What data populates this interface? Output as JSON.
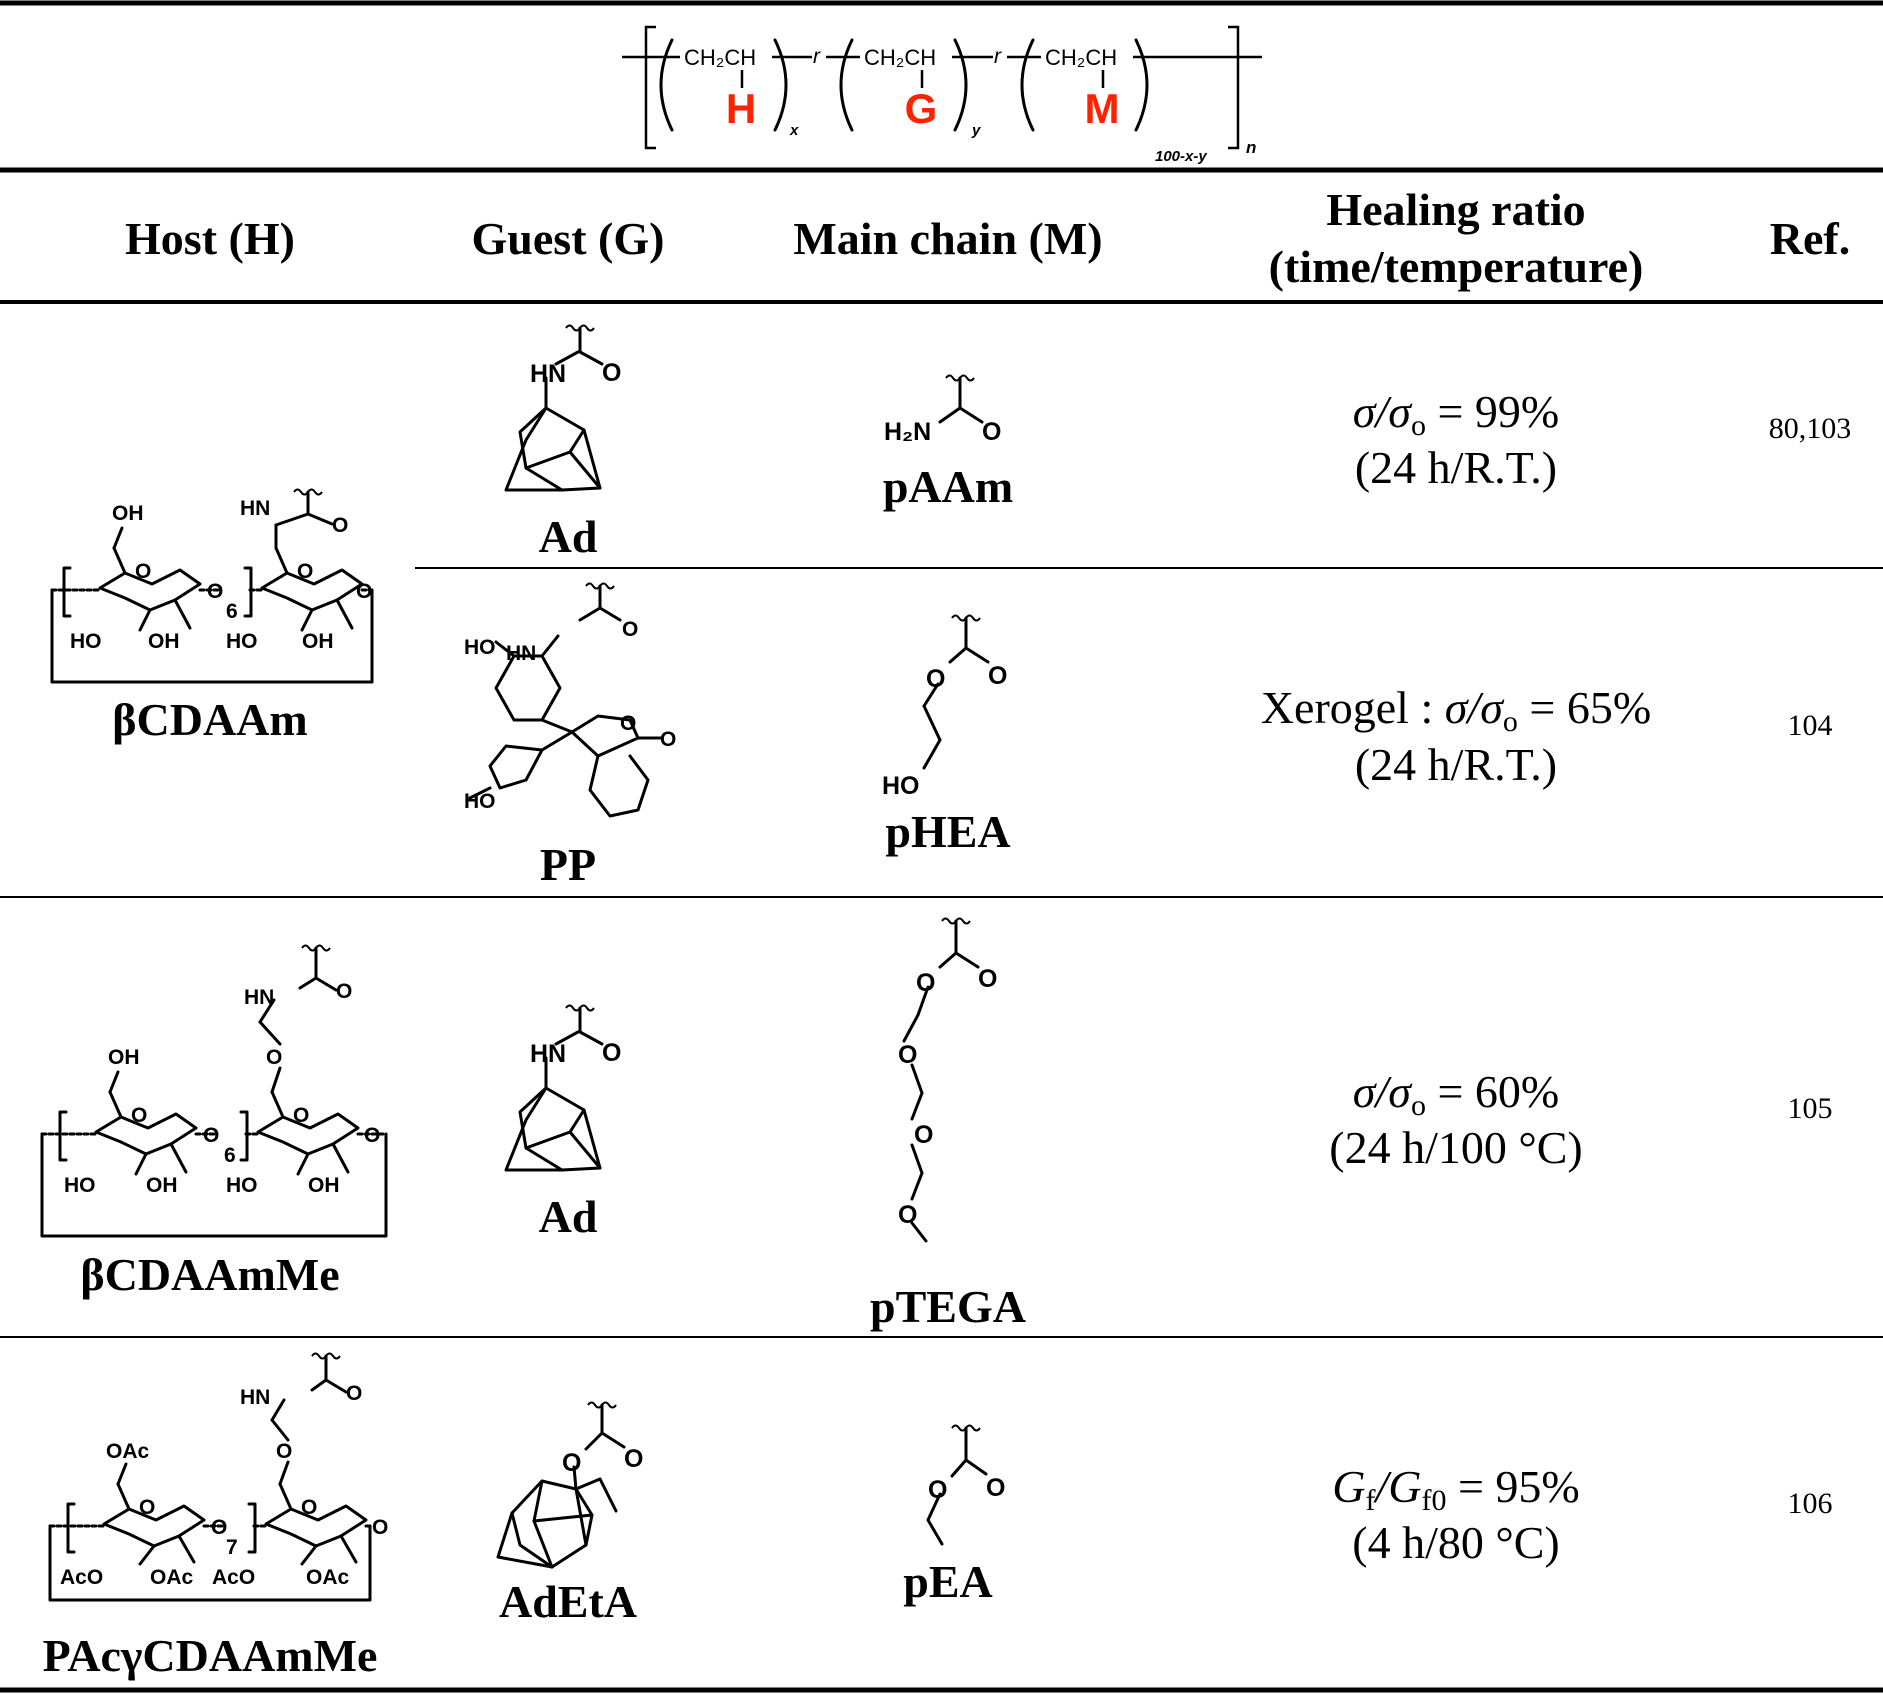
{
  "formula": {
    "unit": "CH₂CH",
    "host_letter": "H",
    "guest_letter": "G",
    "main_letter": "M",
    "link": "r",
    "sub_x": "x",
    "sub_y": "y",
    "sub_m": "100-x-y",
    "sub_n": "n",
    "accent_color": "#ff2200"
  },
  "headers": {
    "host": "Host (H)",
    "guest": "Guest (G)",
    "main": "Main chain (M)",
    "heal_1": "Healing ratio",
    "heal_2": "(time/temperature)",
    "ref": "Ref."
  },
  "atoms": {
    "oh": "OH",
    "ho": "HO",
    "hn": "HN",
    "o": "O",
    "h2n": "H₂N",
    "oac": "OAc",
    "aco": "AcO",
    "six": "6",
    "seven": "7"
  },
  "rows": [
    {
      "host": "βCDAAm",
      "guest": "Ad",
      "main": "pAAm",
      "heal_line1_prefix": "",
      "heal_line1_symbol": "σ/σ",
      "heal_line1_sub": "o",
      "heal_line1_value": " = 99%",
      "heal_line2": "(24 h/R.T.)",
      "ref": "80,103"
    },
    {
      "host": "βCDAAm",
      "guest": "PP",
      "main": "pHEA",
      "heal_line1_prefix": "Xerogel : ",
      "heal_line1_symbol": "σ/σ",
      "heal_line1_sub": "o",
      "heal_line1_value": " = 65%",
      "heal_line2": "(24 h/R.T.)",
      "ref": "104"
    },
    {
      "host": "βCDAAmMe",
      "guest": "Ad",
      "main": "pTEGA",
      "heal_line1_prefix": "",
      "heal_line1_symbol": "σ/σ",
      "heal_line1_sub": "o",
      "heal_line1_value": " = 60%",
      "heal_line2": "(24 h/100 °C)",
      "ref": "105"
    },
    {
      "host": "PAcγCDAAmMe",
      "guest": "AdEtA",
      "main": "pEA",
      "heal_line1_prefix": "",
      "heal_line1_symbol": "G",
      "heal_line1_sub": "f",
      "heal_line1_symbol2": "/G",
      "heal_line1_sub2": "f0",
      "heal_line1_value": " = 95%",
      "heal_line2": "(4 h/80 °C)",
      "ref": "106"
    }
  ]
}
